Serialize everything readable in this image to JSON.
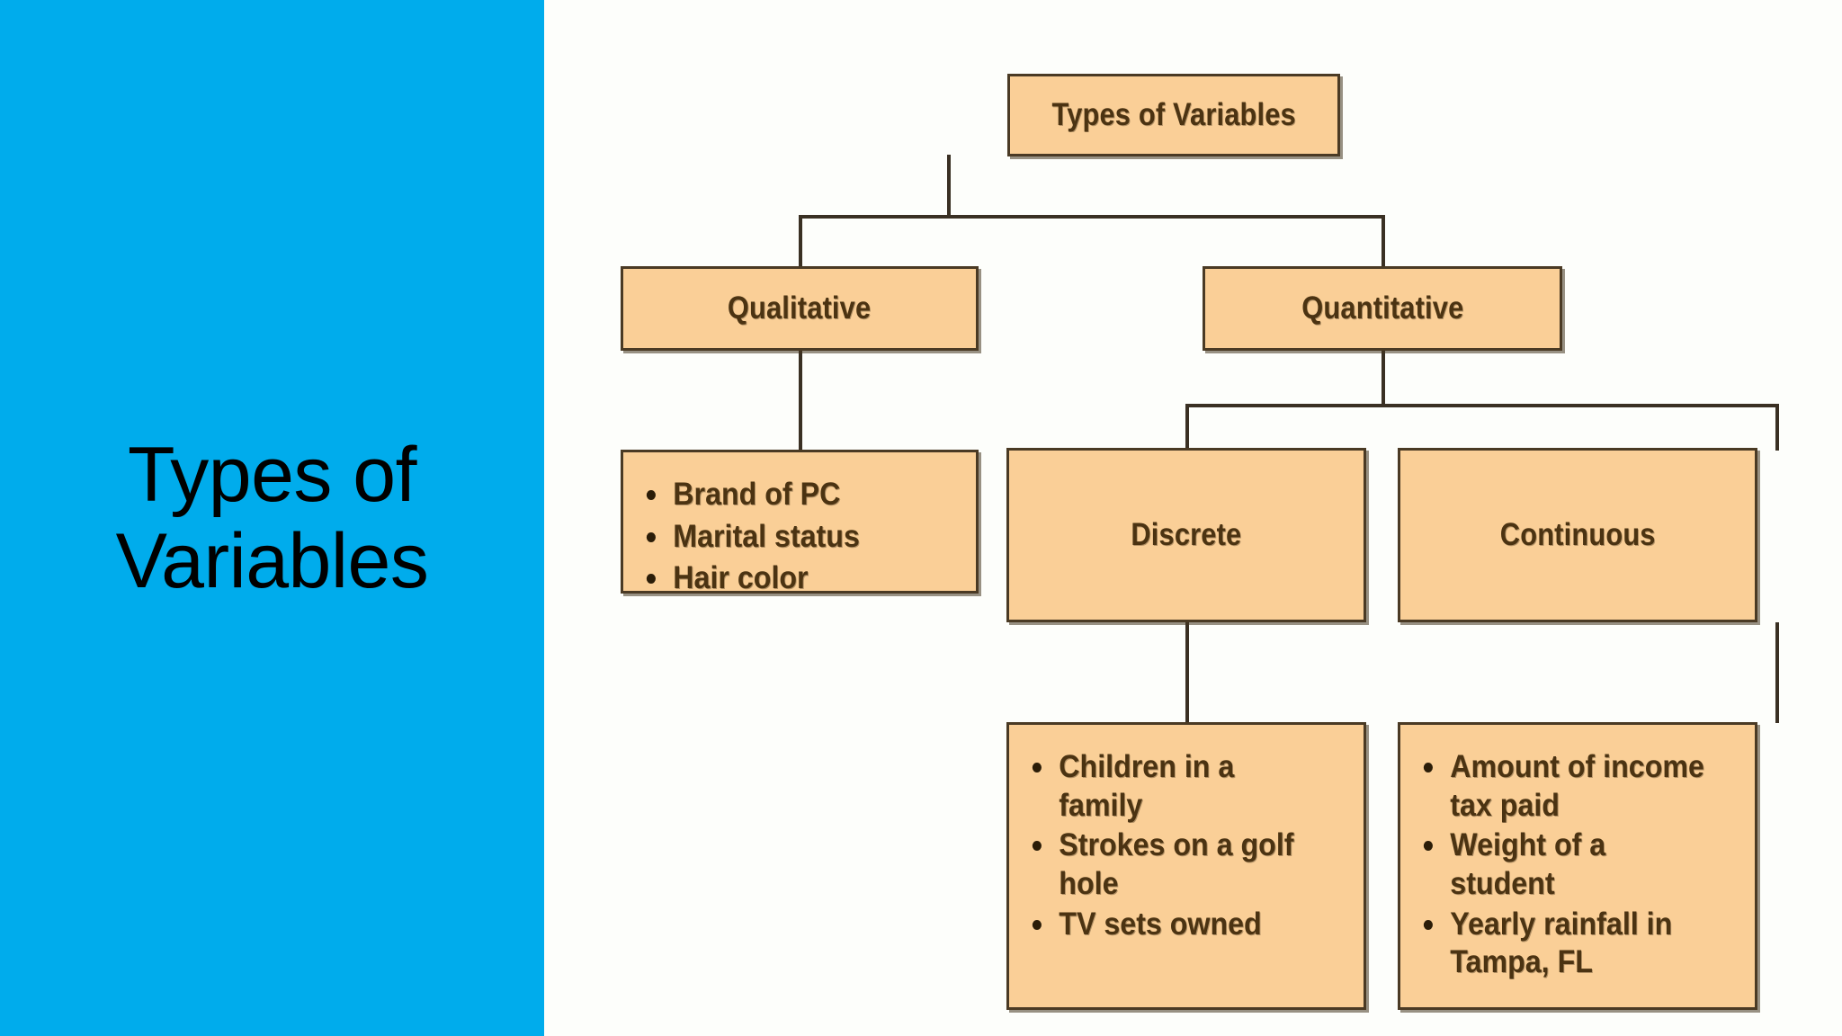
{
  "slide": {
    "title": "Types of\nVariables",
    "panel_color": "#00ACEC",
    "background_color": "#fdfefb",
    "box_fill_color": "#FACF97",
    "box_border_color": "#4a3a24",
    "text_color": "#4b3312"
  },
  "chart_data": {
    "type": "diagram",
    "title": "Types of Variables",
    "layout": "top-down tree, 3 levels",
    "root": {
      "label": "Types of Variables",
      "children": [
        {
          "label": "Qualitative",
          "examples": [
            "Brand of PC",
            "Marital status",
            "Hair color"
          ]
        },
        {
          "label": "Quantitative",
          "children": [
            {
              "label": "Discrete",
              "examples": [
                "Children in a family",
                "Strokes on a golf hole",
                "TV sets owned"
              ]
            },
            {
              "label": "Continuous",
              "examples": [
                "Amount of income tax paid",
                "Weight of a student",
                "Yearly rainfall in Tampa, FL"
              ]
            }
          ]
        }
      ]
    }
  },
  "diagram": {
    "root_label": "Types of Variables",
    "qualitative": {
      "label": "Qualitative",
      "examples": [
        "Brand of PC",
        "Marital status",
        "Hair color"
      ]
    },
    "quantitative": {
      "label": "Quantitative",
      "discrete": {
        "label": "Discrete",
        "examples": [
          "Children in a family",
          "Strokes on a golf hole",
          "TV sets owned"
        ]
      },
      "continuous": {
        "label": "Continuous",
        "examples": [
          "Amount of income tax paid",
          "Weight of a student",
          "Yearly rainfall in Tampa, FL"
        ]
      }
    }
  }
}
